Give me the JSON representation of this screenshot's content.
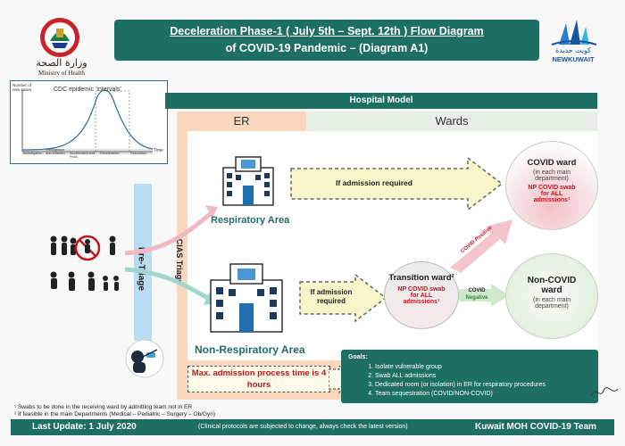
{
  "header": {
    "title_line1": "Deceleration Phase-1  ( July 5th – Sept. 12th ) Flow Diagram",
    "title_line2": "of COVID-19 Pandemic – (Diagram A1)"
  },
  "logos": {
    "moh_arabic": "وزارة الصحة",
    "moh_english": "Ministry of Health",
    "newkuwait_arabic": "كويت جديدة",
    "newkuwait_english": "NEWKUWAIT"
  },
  "cdc_chart": {
    "title": "CDC epidemic 'intervals'",
    "ylabel": "Number of new cases",
    "xlabel": "Time",
    "phases": [
      "Investigation",
      "Recognition and initiation",
      "Acceleration and Peak",
      "Deceleration",
      "Resolution"
    ]
  },
  "diagram": {
    "hospital_model": "Hospital Model",
    "er": "ER",
    "wards": "Wards",
    "pre_triage": "Pre-Triage",
    "cias_triage": "CIAS Triage",
    "respiratory_area": "Respiratory Area",
    "non_respiratory_area": "Non-Respiratory Area",
    "if_admission_required_top": "If admission required",
    "if_admission_required_mid": "If admission required",
    "transition_ward": {
      "title": "Transition ward²",
      "note": "NP COVID swab for ALL admissions¹"
    },
    "covid_ward": {
      "title": "COVID ward",
      "sub": "(in each main department)",
      "note": "NP COVID swab for ALL admissions¹"
    },
    "non_covid_ward": {
      "title": "Non-COVID ward",
      "sub": "(in each main department)"
    },
    "covid_positive": "COVID Positive",
    "covid_negative_1": "COVID",
    "covid_negative_2": "Negative",
    "max_admission": "Max. admission process time is 4 hours"
  },
  "goals": {
    "title": "Goals:",
    "items": [
      "Isolate vulnerable group",
      "Swab ALL admissions",
      "Dedicated room (or isolation) in ER for respiratory procedures",
      "Team sequestration (COVID/NON-COVID)"
    ]
  },
  "footnotes": {
    "f1": "¹ Swabs to be done in the receiving ward by admitting team not in ER",
    "f2": "² If feasible in the main Departments (Medical – Pediatric – Surgery – Ob/Gyn)"
  },
  "footer": {
    "last_update": "Last Update: 1 July 2020",
    "disclaimer": "(Clinical protocols are subjected to change, always check the latest version)",
    "team": "Kuwait MOH COVID-19 Team"
  },
  "colors": {
    "teal": "#1e6f63",
    "peach": "#f9d8bd",
    "light_blue": "#b9ddf2",
    "red": "#c0161d",
    "pink_arrow": "#f2b8c2"
  }
}
